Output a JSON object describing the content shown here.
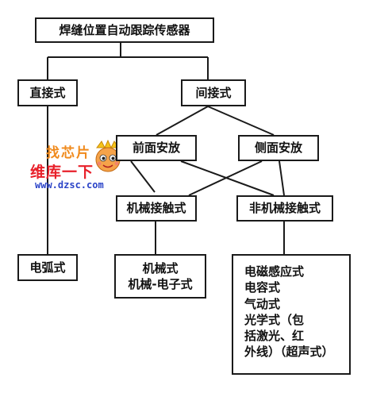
{
  "nodes": {
    "root": "焊缝位置自动跟踪传感器",
    "direct": "直接式",
    "indirect": "间接式",
    "front": "前面安放",
    "side": "侧面安放",
    "mech_contact": "机械接触式",
    "nonmech_contact": "非机械接触式",
    "arc": "电弧式",
    "mech_types": [
      "机械式",
      "机械-电子式"
    ],
    "nonmech_types": [
      "电磁感应式",
      "电容式",
      "气动式",
      "光学式（包",
      "括激光、红",
      "外线）（超声式）"
    ]
  },
  "watermark": {
    "line1": "找芯片",
    "line2": "维库一下",
    "line3": "www.dzsc.com"
  },
  "colors": {
    "line": "#1a1a1a",
    "wm_orange": "#f08a1c",
    "wm_red": "#e8202a",
    "wm_blue": "#2b44c8"
  }
}
